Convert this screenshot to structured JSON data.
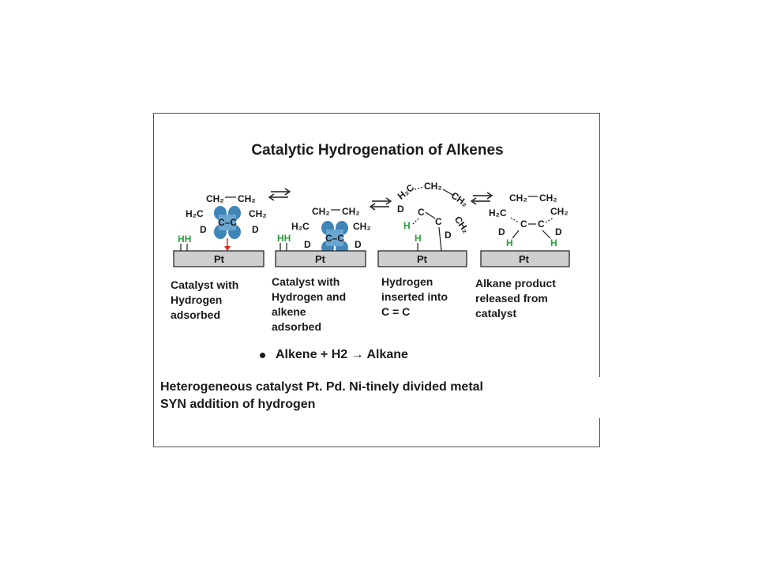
{
  "slide": {
    "title": "Catalytic Hydrogenation of Alkenes",
    "catalyst_label": "Pt",
    "stages": [
      {
        "caption": [
          "Catalyst with",
          "Hydrogen",
          "adsorbed"
        ],
        "adsorbed_h": "HH",
        "atoms": {
          "ch2_left": "CH₂",
          "ch2_right": "CH₂",
          "h2c": "H₂C",
          "ch2_side": "CH₂",
          "cc": "C–C",
          "d_left": "D",
          "d_right": "D"
        }
      },
      {
        "caption": [
          "Catalyst with",
          "Hydrogen and",
          "alkene",
          "adsorbed"
        ],
        "adsorbed_h": "HH",
        "atoms": {
          "ch2_left": "CH₂",
          "ch2_right": "CH₂",
          "h2c": "H₂C",
          "ch2_side": "CH₂",
          "cc": "C–C",
          "d_left": "D",
          "d_right": "D"
        }
      },
      {
        "caption": [
          "Hydrogen",
          "inserted into",
          "C = C"
        ],
        "atoms": {
          "h2c": "H₂C",
          "ch2_top": "CH₂",
          "ch2_right": "CH₂",
          "d_left": "D",
          "c_left": "C",
          "c_right": "C",
          "ch2_low": "CH₂",
          "d_right": "D",
          "h_green": "H",
          "h_bound": "H"
        }
      },
      {
        "caption": [
          "Alkane product",
          "released from",
          "catalyst"
        ],
        "atoms": {
          "ch2_left": "CH₂",
          "ch2_right": "CH₂",
          "h2c": "H₂C",
          "ch2_side": "CH₂",
          "c_left": "C",
          "c_right": "C",
          "d_left": "D",
          "d_right": "D",
          "h_left": "H",
          "h_right": "H"
        }
      }
    ],
    "equation": "Alkene + H2 → Alkane",
    "notes": [
      "Heterogeneous catalyst Pt. Pd. Ni-tinely divided metal",
      "SYN addition of hydrogen"
    ]
  },
  "colors": {
    "orbital": "#3f86b8",
    "hydrogen": "#2e9e3e",
    "catalyst_fill": "#cfcfcf",
    "arrow": "#d62a1f",
    "text": "#1a1a1a"
  }
}
